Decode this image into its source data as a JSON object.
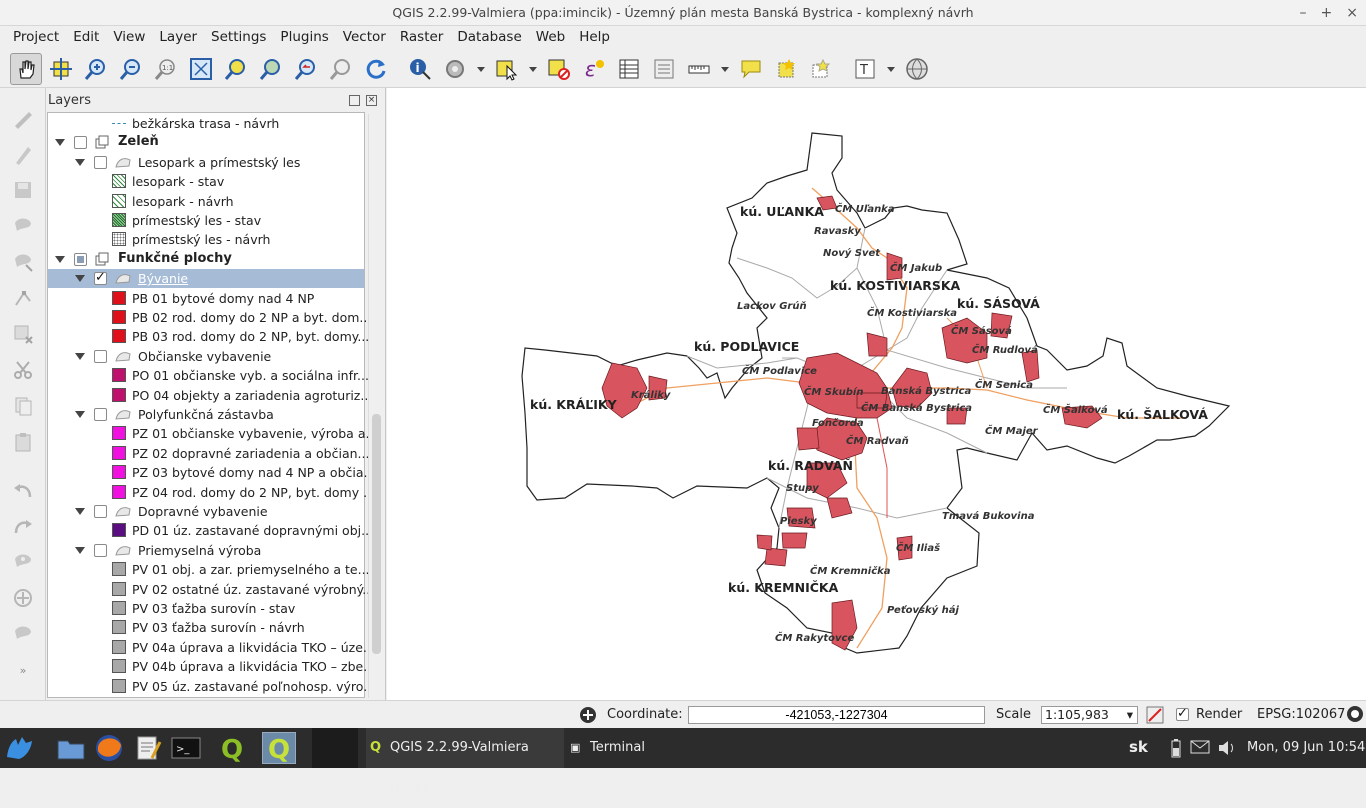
{
  "window": {
    "title": "QGIS 2.2.99-Valmiera (ppa:imincik) - Územný plán mesta Banská Bystrica - komplexný návrh",
    "min": "–",
    "max": "+",
    "close": "×"
  },
  "menu": [
    "Project",
    "Edit",
    "View",
    "Layer",
    "Settings",
    "Plugins",
    "Vector",
    "Raster",
    "Database",
    "Web",
    "Help"
  ],
  "layers_panel": {
    "title": "Layers",
    "rows": [
      {
        "label": "bežkárska trasa - návrh",
        "kind": "line-legend"
      },
      {
        "label": "Zeleň",
        "kind": "group"
      },
      {
        "label": "Lesopark a prímestský les",
        "kind": "subgroup"
      },
      {
        "label": "lesopark - stav",
        "kind": "legend",
        "color": "#2d8a3a",
        "pattern": "cross"
      },
      {
        "label": "lesopark - návrh",
        "kind": "legend",
        "color": "#2d8a3a",
        "pattern": "diag"
      },
      {
        "label": "prímestský les - stav",
        "kind": "legend",
        "color": "#1d6f2a",
        "pattern": "dense"
      },
      {
        "label": "prímestský les - návrh",
        "kind": "legend",
        "color": "#888888",
        "pattern": "dots"
      },
      {
        "label": "Funkčné plochy",
        "kind": "group"
      },
      {
        "label": "Bývanie",
        "kind": "subgroup-selected"
      },
      {
        "label": "PB 01 bytové domy nad 4 NP",
        "kind": "legend",
        "color": "#e0101a"
      },
      {
        "label": "PB 02 rod. domy do 2 NP a byt. dom...",
        "kind": "legend",
        "color": "#e0101a"
      },
      {
        "label": "PB 03 rod. domy do 2 NP, byt. domy...",
        "kind": "legend",
        "color": "#e0101a"
      },
      {
        "label": "Občianske vybavenie",
        "kind": "subgroup"
      },
      {
        "label": "PO 01 občianske vyb. a sociálna infr...",
        "kind": "legend",
        "color": "#c0106e"
      },
      {
        "label": "PO 04 objekty a zariadenia agroturiz...",
        "kind": "legend",
        "color": "#c0106e"
      },
      {
        "label": "Polyfunkčná zástavba",
        "kind": "subgroup"
      },
      {
        "label": "PZ 01 občianske vybavenie, výroba a...",
        "kind": "legend",
        "color": "#f010e0"
      },
      {
        "label": "PZ 02 dopravné zariadenia a občian...",
        "kind": "legend",
        "color": "#f010e0"
      },
      {
        "label": "PZ 03 bytové domy nad 4 NP a občia...",
        "kind": "legend",
        "color": "#f010e0"
      },
      {
        "label": "PZ 04 rod. domy do 2 NP, byt. domy ...",
        "kind": "legend",
        "color": "#f010e0"
      },
      {
        "label": "Dopravné vybavenie",
        "kind": "subgroup"
      },
      {
        "label": "PD 01 úz. zastavané dopravnými obj...",
        "kind": "legend",
        "color": "#5a0e82"
      },
      {
        "label": "Priemyselná výroba",
        "kind": "subgroup"
      },
      {
        "label": "PV 01 obj. a zar. priemyselného a te...",
        "kind": "legend",
        "color": "#a8a8a8"
      },
      {
        "label": "PV 02 ostatné úz. zastavané výrobný...",
        "kind": "legend",
        "color": "#a8a8a8"
      },
      {
        "label": "PV 03 ťažba surovín - stav",
        "kind": "legend",
        "color": "#a8a8a8"
      },
      {
        "label": "PV 03 ťažba surovín - návrh",
        "kind": "legend",
        "color": "#a8a8a8"
      },
      {
        "label": "PV 04a úprava a likvidácia TKO – úze...",
        "kind": "legend",
        "color": "#a8a8a8"
      },
      {
        "label": "PV 04b úprava a likvidácia TKO – zbe...",
        "kind": "legend",
        "color": "#a8a8a8"
      },
      {
        "label": "PV 05 úz. zastavané poľnohosp. výro...",
        "kind": "legend",
        "color": "#a8a8a8"
      }
    ]
  },
  "map": {
    "labels_big": [
      "kú. UĽANKA",
      "kú. KOSTIVIARSKA",
      "kú. SÁSOVÁ",
      "kú. PODLAVICE",
      "kú. KRÁĽIKY",
      "kú. ŠALKOVÁ",
      "kú. RADVAŇ",
      "kú. KREMNIČKA"
    ],
    "labels_small": [
      "ČM Uľanka",
      "Ravasky",
      "Nový Svet",
      "ČM Jakub",
      "Lackov Grúň",
      "ČM Kostiviarska",
      "ČM Sásová",
      "ČM Rudlová",
      "ČM Podlavice",
      "Králiky",
      "ČM Skubín",
      "Banská Bystrica",
      "ČM Banská Bystrica",
      "ČM Senica",
      "ČM Šalková",
      "Fončorda",
      "ČM Radvaň",
      "ČM Majer",
      "Stupy",
      "Piesky",
      "Tmavá Bukovina",
      "ČM Iliaš",
      "ČM Kremnička",
      "Peťovský háj",
      "ČM Rakytovce"
    ]
  },
  "status": {
    "coordinate_label": "Coordinate:",
    "coordinate_value": "-421053,-1227304",
    "scale_label": "Scale",
    "scale_value": "1:105,983",
    "render_label": "Render",
    "crs": "EPSG:102067"
  },
  "taskbar": {
    "windows": [
      "QGIS 2.2.99-Valmiera (ppa:i...",
      "Terminal"
    ],
    "keyboard": "sk",
    "clock": "Mon, 09 Jun  10:54"
  }
}
